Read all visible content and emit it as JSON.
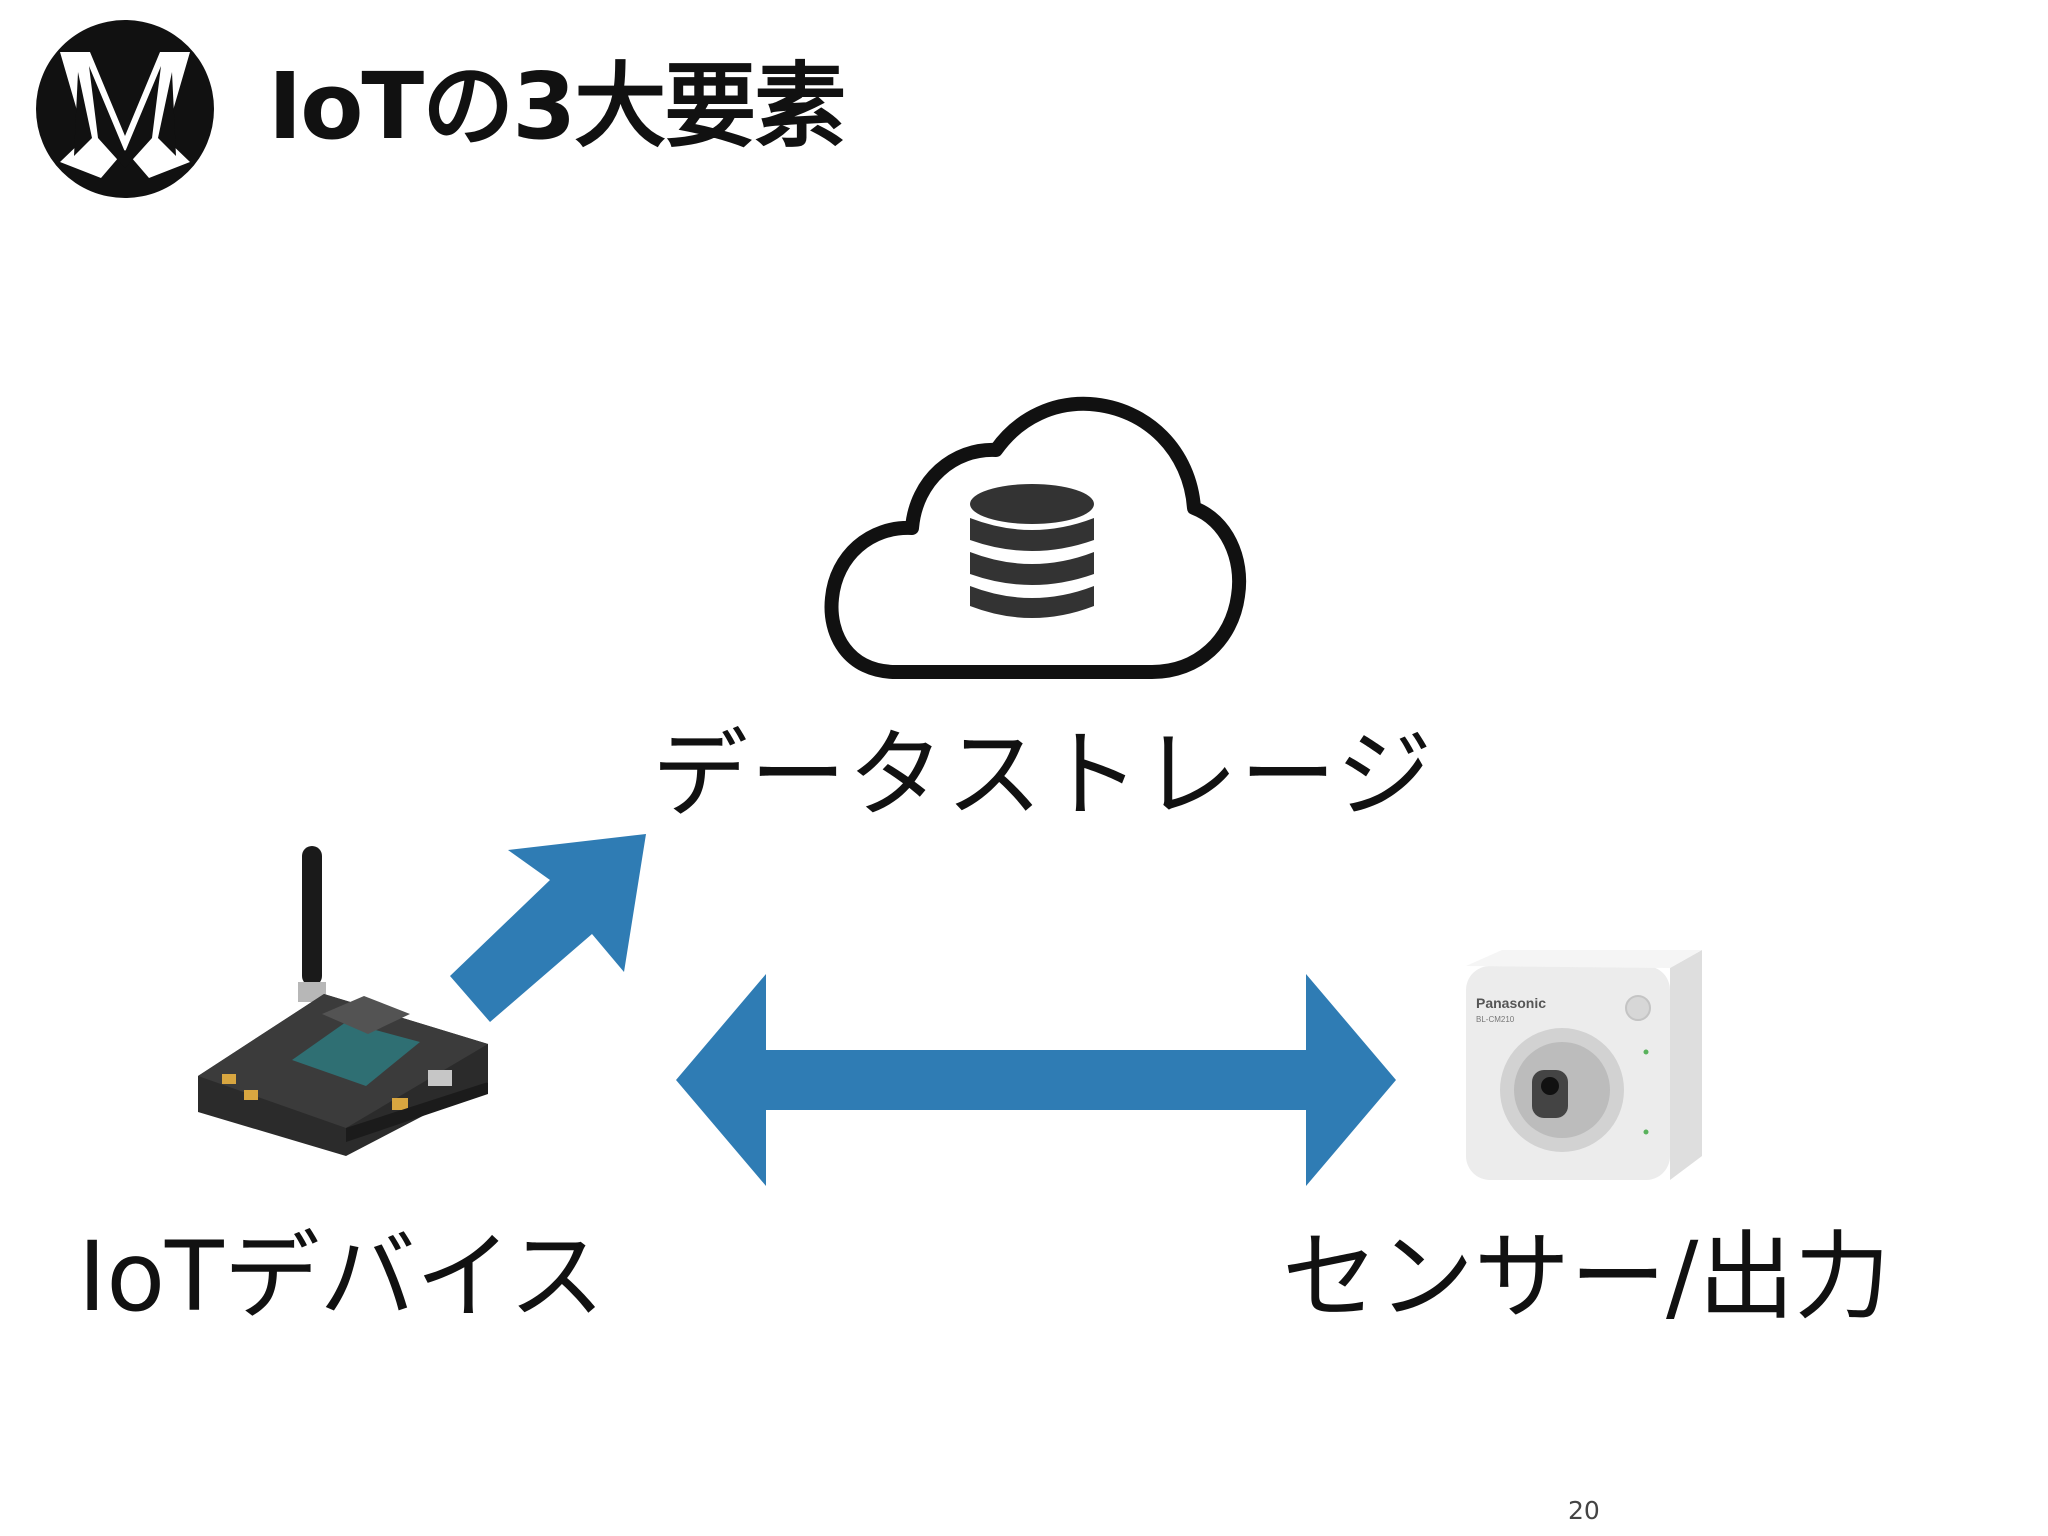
{
  "slide": {
    "title": "IoTの3大要素",
    "page_number": "20"
  },
  "elements": {
    "storage": {
      "label": "データストレージ",
      "icon": "cloud-database-icon"
    },
    "device": {
      "label": "IoTデバイス",
      "icon": "circuit-board-icon"
    },
    "sensor": {
      "label": "センサー/出力",
      "icon": "network-camera-icon",
      "camera_brand": "Panasonic",
      "camera_model": "BL-CM210"
    }
  },
  "logo": {
    "icon": "m-logo-icon"
  },
  "colors": {
    "arrow": "#2f7cb4",
    "text": "#111111",
    "logo": "#111111",
    "background": "#ffffff"
  }
}
